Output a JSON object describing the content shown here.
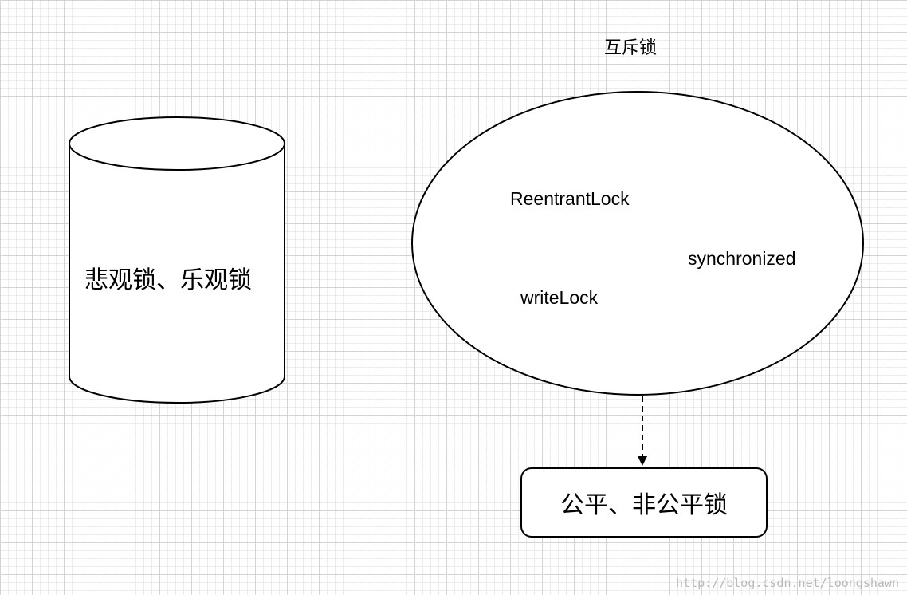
{
  "diagram": {
    "title": "互斥锁",
    "cylinder_label": "悲观锁、乐观锁",
    "ellipse_items": {
      "reentrant": "ReentrantLock",
      "synchronized": "synchronized",
      "write": "writeLock"
    },
    "box_label": "公平、非公平锁",
    "watermark": "http://blog.csdn.net/loongshawn"
  },
  "colors": {
    "stroke": "#000000",
    "fill": "#ffffff",
    "grid": "#d4d4d4",
    "watermark": "#b8b8b8"
  }
}
